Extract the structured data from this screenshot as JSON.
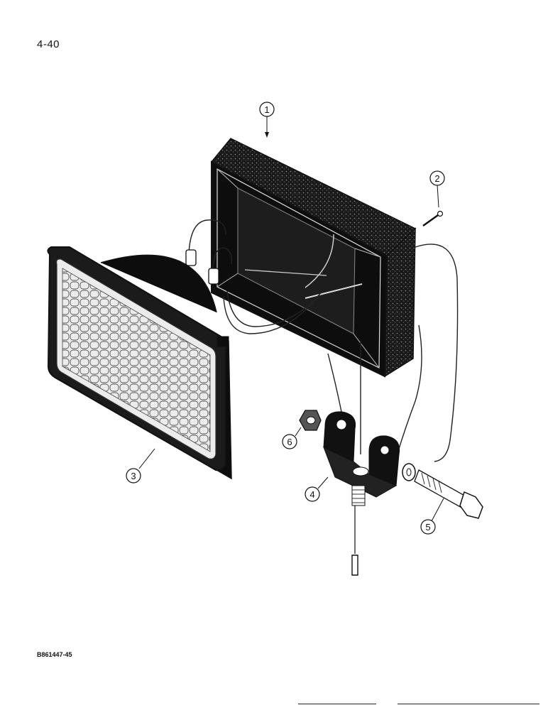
{
  "page": {
    "page_number": "4-40",
    "figure_code": "B861447-45"
  },
  "callouts": [
    {
      "number": "1"
    },
    {
      "number": "2"
    },
    {
      "number": "3"
    },
    {
      "number": "4"
    },
    {
      "number": "5"
    },
    {
      "number": "6"
    }
  ],
  "colors": {
    "ink": "#111111",
    "paper": "#ffffff"
  }
}
